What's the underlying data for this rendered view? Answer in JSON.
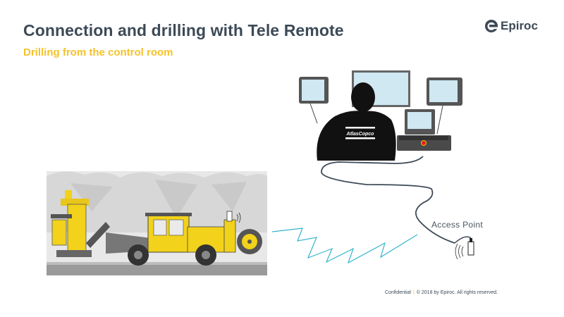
{
  "slide": {
    "title": "Connection and drilling with Tele Remote",
    "subtitle": "Drilling from the control room",
    "logo_text": "Epiroc",
    "footer": {
      "confidential": "Confidential",
      "copyright": "© 2018 by Epiroc. All rights reserved."
    },
    "diagram": {
      "access_point_label": "Access Point",
      "operator_jacket_text": "AtlasCopco",
      "icons": [
        "drill-rig-icon",
        "wireless-signal-icon",
        "access-point-icon",
        "control-room-operator-icon",
        "monitor-icon",
        "control-console-icon",
        "cable-icon"
      ]
    }
  },
  "colors": {
    "title": "#3d4a57",
    "subtitle": "#f5c22b",
    "wireless": "#35b6cc",
    "cable": "#3d4a57",
    "machine_yellow": "#f2d21a"
  }
}
